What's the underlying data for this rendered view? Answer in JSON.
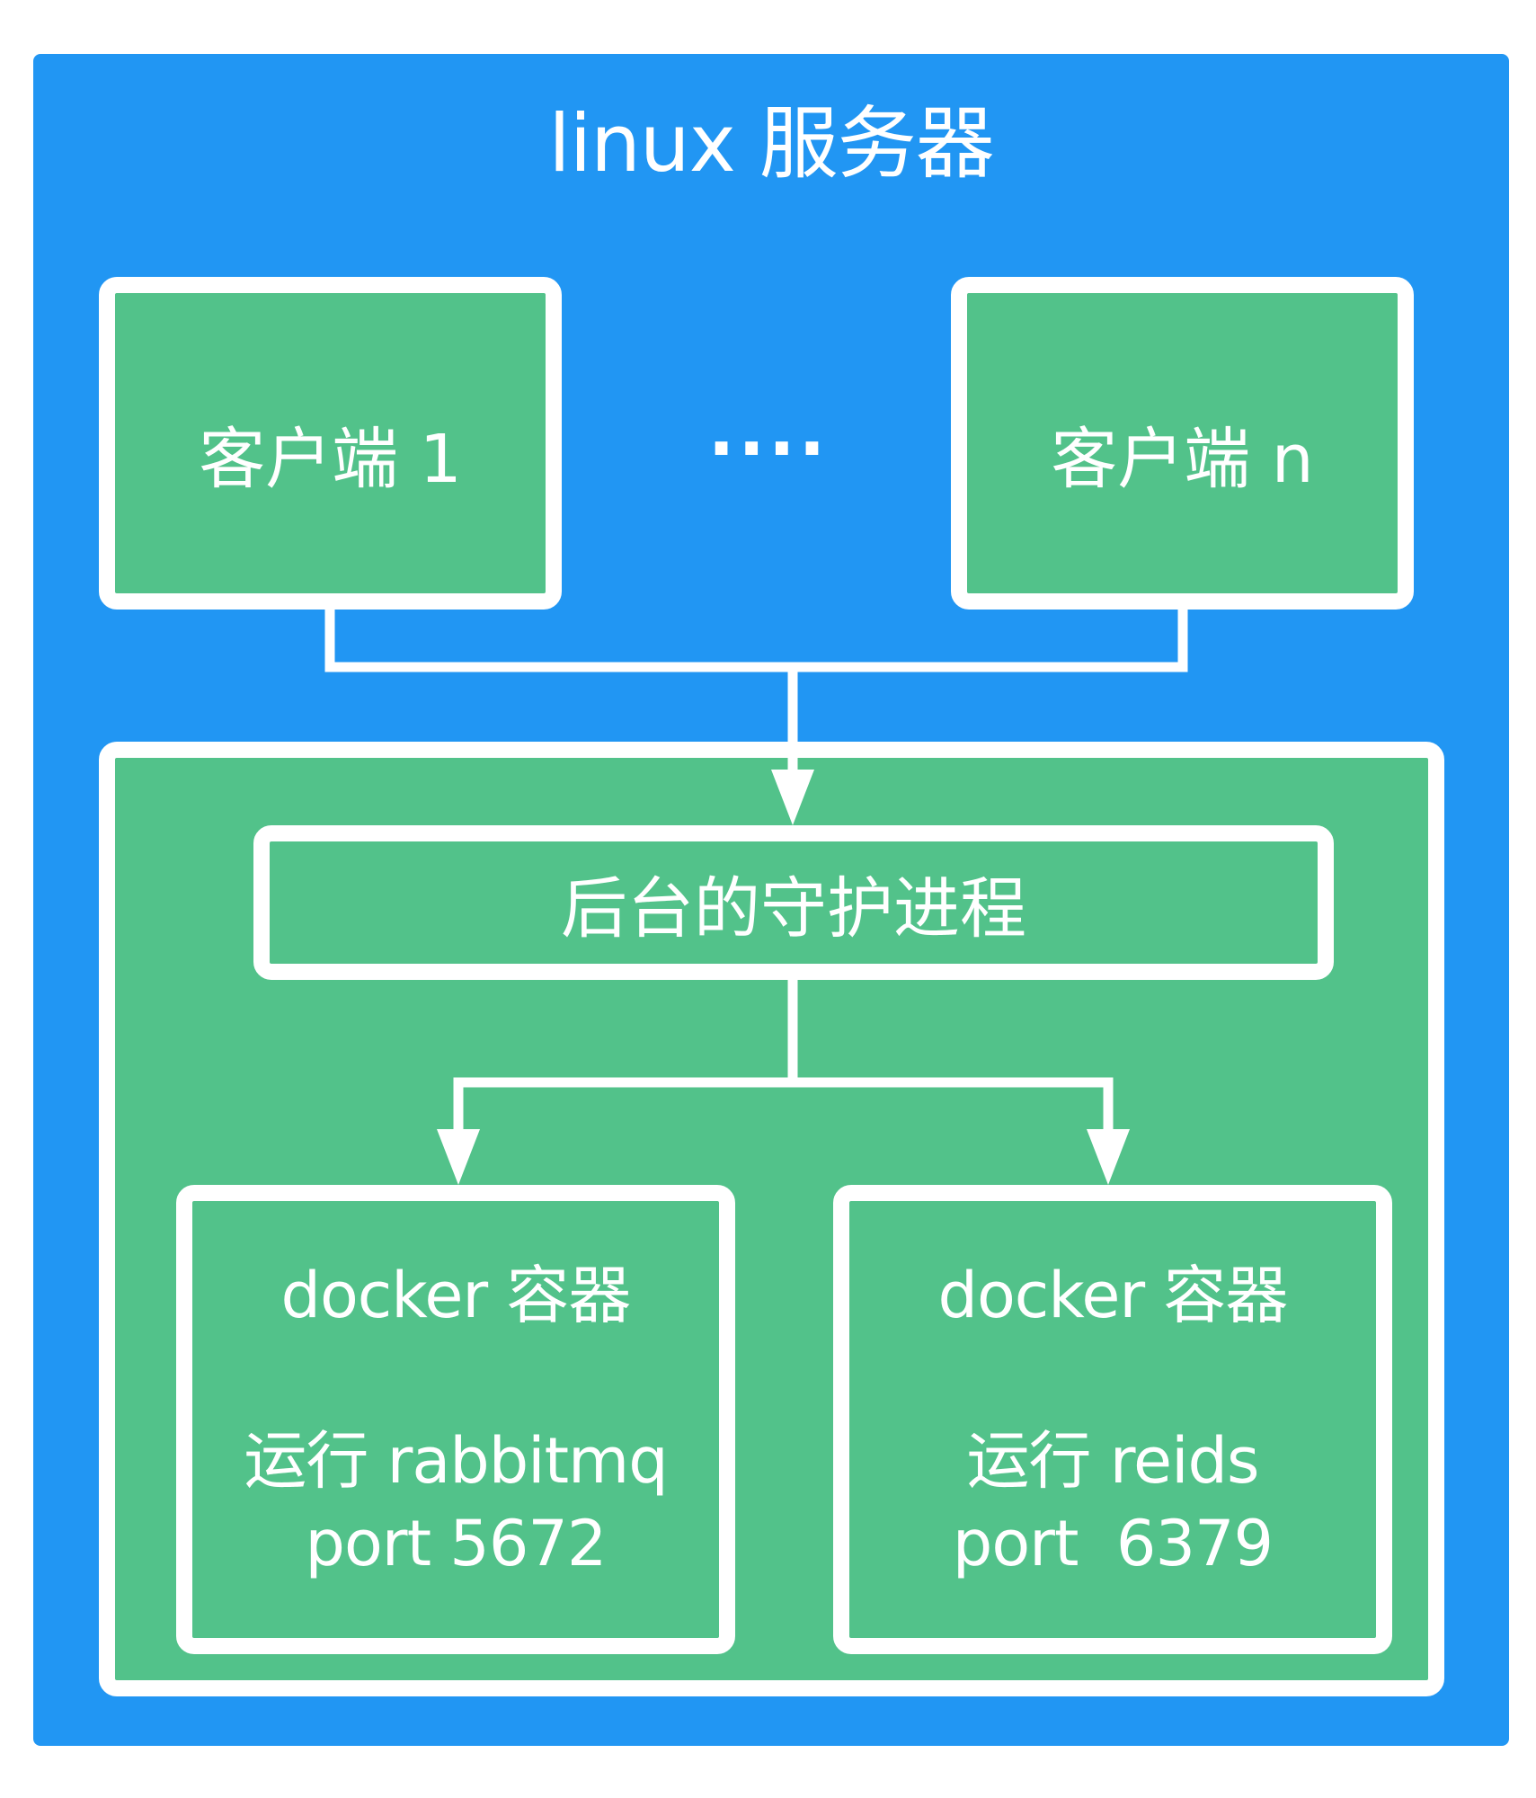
{
  "colors": {
    "server_bg": "#2196F3",
    "box_bg": "#52C28A",
    "line": "#FFFFFF"
  },
  "server": {
    "title": "linux 服务器"
  },
  "clients": [
    {
      "label": "客户端 1"
    },
    {
      "label": "客户端 n"
    }
  ],
  "ellipsis": "....",
  "daemon": {
    "label": "后台的守护进程"
  },
  "containers": [
    {
      "title": "docker 容器",
      "line1": "运行 rabbitmq",
      "line2": "port 5672"
    },
    {
      "title": "docker 容器",
      "line1": "运行 reids",
      "line2": "port  6379"
    }
  ]
}
